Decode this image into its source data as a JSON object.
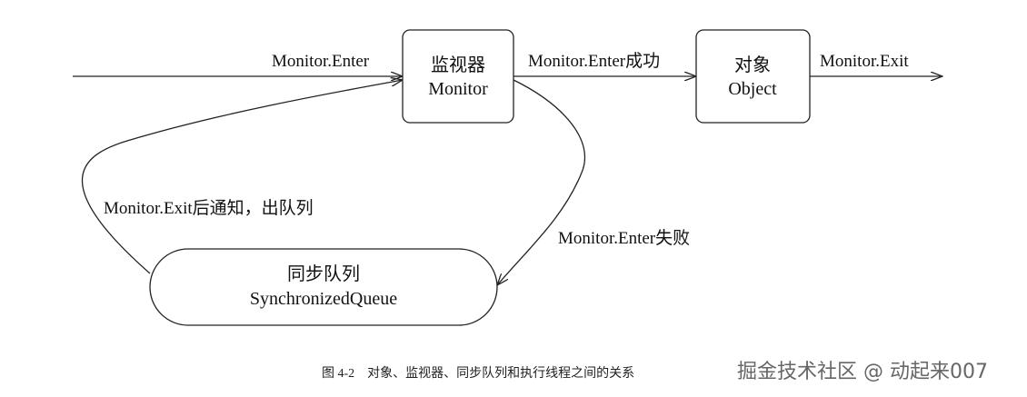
{
  "nodes": {
    "monitor": {
      "line1": "监视器",
      "line2": "Monitor"
    },
    "object": {
      "line1": "对象",
      "line2": "Object"
    },
    "queue": {
      "line1": "同步队列",
      "line2": "SynchronizedQueue"
    }
  },
  "edges": {
    "enter": "Monitor.Enter",
    "enter_success": "Monitor.Enter成功",
    "exit": "Monitor.Exit",
    "exit_notify": "Monitor.Exit后通知，出队列",
    "enter_fail": "Monitor.Enter失败"
  },
  "caption": "图 4-2　对象、监视器、同步队列和执行线程之间的关系",
  "watermark": "掘金技术社区 @ 动起来007"
}
